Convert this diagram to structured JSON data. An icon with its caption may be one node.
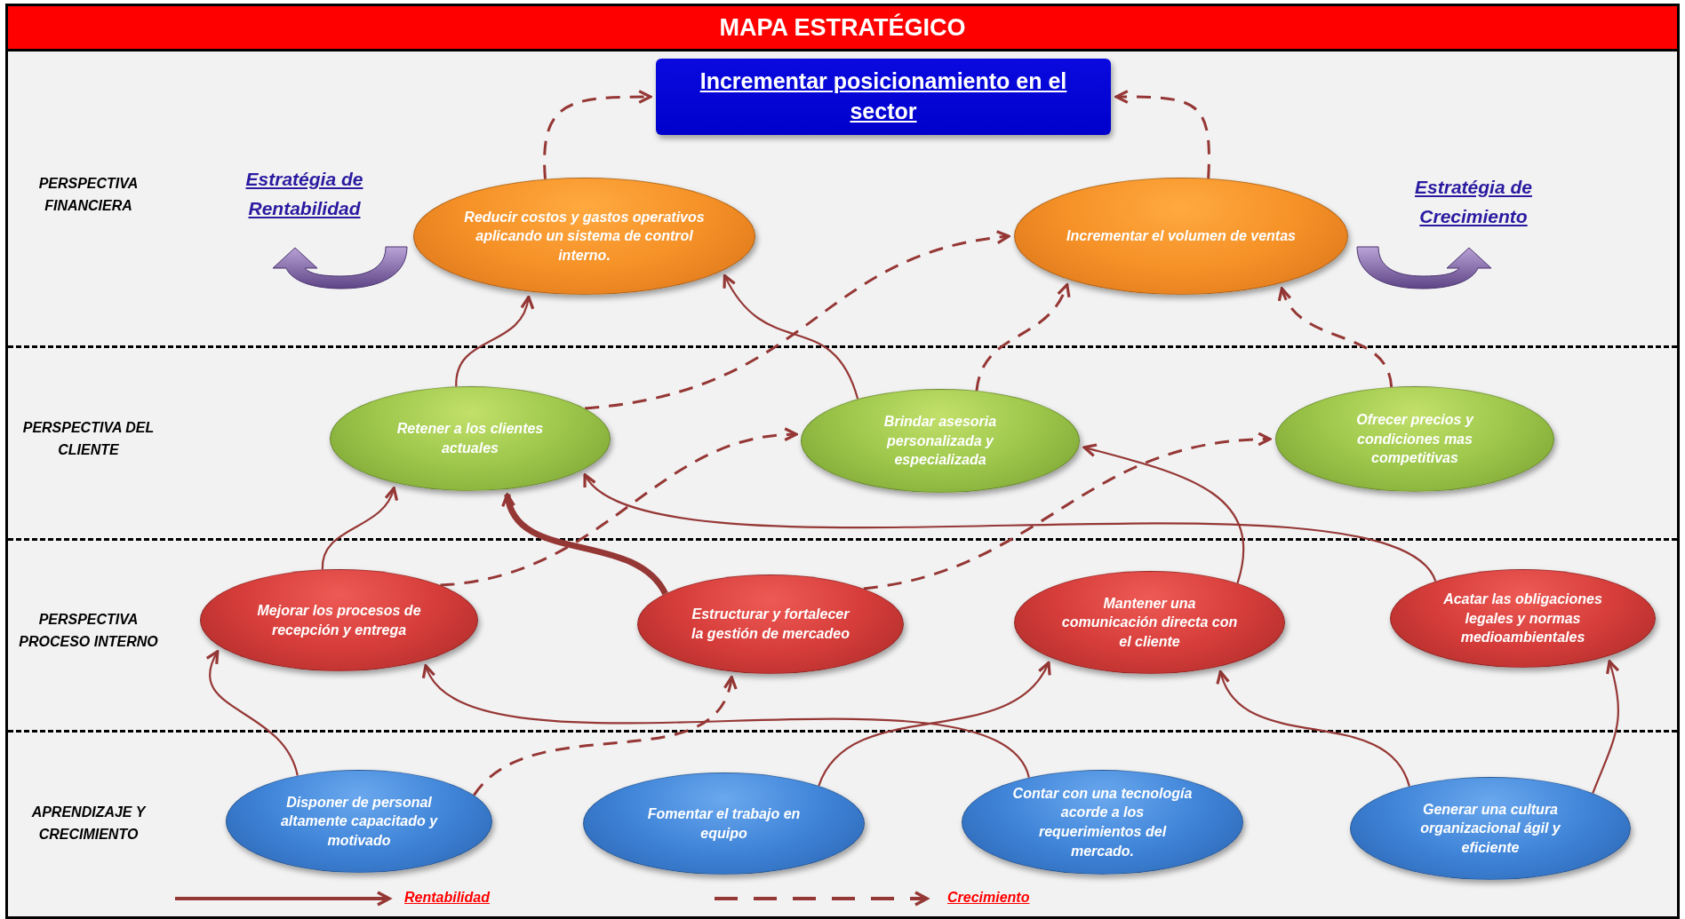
{
  "diagram": {
    "title": "MAPA ESTRATÉGICO",
    "nodes": [
      {
        "text": [
          "Incrementar posicionamiento en el sector"
        ]
      },
      {
        "text": [
          "Reducir costos y gastos operativos aplicando un sistema de control interno."
        ]
      },
      {
        "text": [
          "Incrementar el volumen de ventas"
        ]
      },
      {
        "text": [
          "Retener a los clientes actuales"
        ]
      },
      {
        "text": [
          "Brindar asesoria personalizada y especializada"
        ]
      },
      {
        "text": [
          "Ofrecer precios y condiciones mas competitivas"
        ]
      },
      {
        "text": [
          "Mejorar los procesos de recepción y entrega"
        ]
      },
      {
        "text": [
          "Estructurar y fortalecer la gestión de mercadeo"
        ]
      },
      {
        "text": [
          "Mantener una comunicación directa con el cliente"
        ]
      },
      {
        "text": [
          "Acatar las obligaciones legales y normas medioambientales"
        ]
      },
      {
        "text": [
          "Disponer de personal altamente capacitado y motivado"
        ]
      },
      {
        "text": [
          "Fomentar el trabajo en equipo"
        ]
      },
      {
        "text": [
          "Contar con una tecnología acorde a los requerimientos del mercado."
        ]
      },
      {
        "text": [
          "Generar una cultura organizacional ágil y eficiente"
        ]
      }
    ],
    "edges": [
      {
        "from": 1,
        "to": 0,
        "arrow": "to",
        "style": "dashed"
      },
      {
        "from": 2,
        "to": 0,
        "arrow": "to",
        "style": "dashed"
      },
      {
        "from": 3,
        "to": 1,
        "arrow": "to"
      },
      {
        "from": 3,
        "to": 2,
        "arrow": "to",
        "style": "dashed"
      },
      {
        "from": 4,
        "to": 1,
        "arrow": "to"
      },
      {
        "from": 4,
        "to": 2,
        "arrow": "to",
        "style": "dashed"
      },
      {
        "from": 5,
        "to": 2,
        "arrow": "to",
        "style": "dashed"
      },
      {
        "from": 6,
        "to": 3,
        "arrow": "to"
      },
      {
        "from": 6,
        "to": 4,
        "arrow": "to",
        "style": "dashed"
      },
      {
        "from": 7,
        "to": 3,
        "arrow": "to",
        "style": "thick"
      },
      {
        "from": 7,
        "to": 5,
        "arrow": "to",
        "style": "dashed"
      },
      {
        "from": 8,
        "to": 4,
        "arrow": "to"
      },
      {
        "from": 9,
        "to": 3,
        "arrow": "to"
      },
      {
        "from": 10,
        "to": 6,
        "arrow": "to"
      },
      {
        "from": 10,
        "to": 7,
        "arrow": "to",
        "style": "dashed"
      },
      {
        "from": 11,
        "to": 8,
        "arrow": "to"
      },
      {
        "from": 12,
        "to": 6,
        "arrow": "to"
      },
      {
        "from": 13,
        "to": 8,
        "arrow": "to"
      },
      {
        "from": 13,
        "to": 9,
        "arrow": "to"
      }
    ],
    "labels": [
      "PERSPECTIVA FINANCIERA",
      "Estratégia de Rentabilidad",
      "Estratégia de Crecimiento",
      "PERSPECTIVA DEL CLIENTE",
      "PERSPECTIVA PROCESO INTERNO",
      "APRENDIZAJE Y CRECIMIENTO"
    ],
    "legend": [
      {
        "text": "Rentabilidad"
      },
      {
        "text": "Crecimiento"
      }
    ]
  }
}
